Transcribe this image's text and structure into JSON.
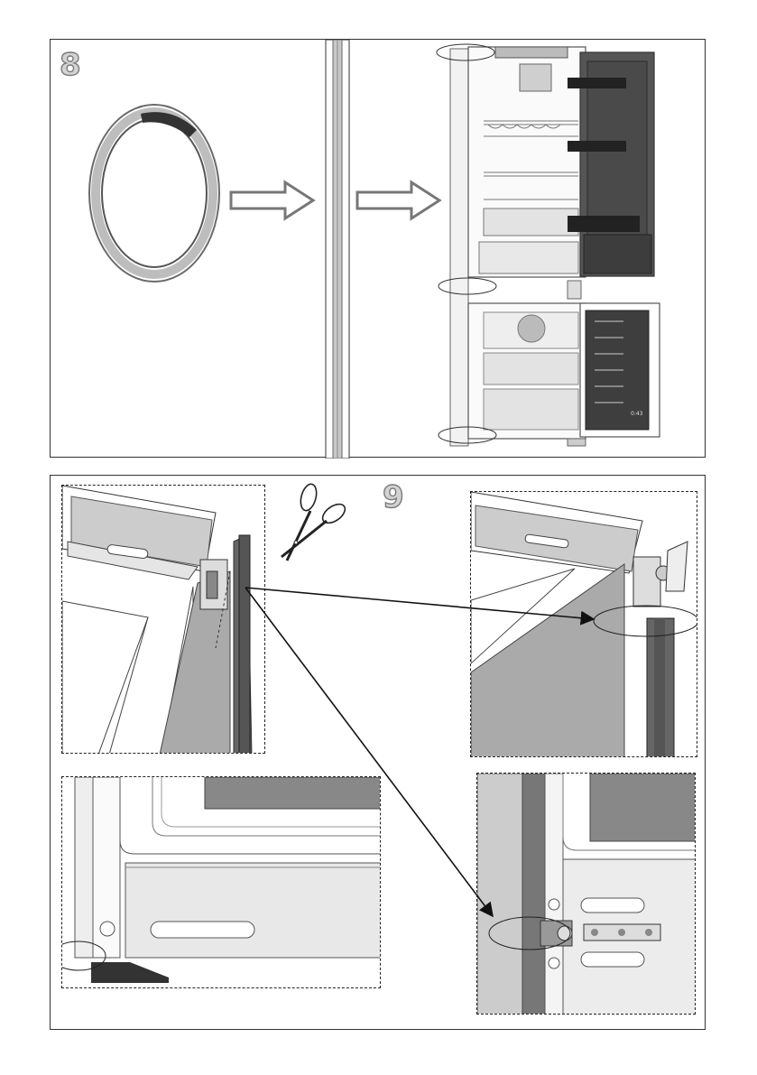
{
  "steps": {
    "step8": {
      "number": "8"
    },
    "step9": {
      "number": "9"
    }
  },
  "fridge": {
    "display_label": "0:43"
  }
}
